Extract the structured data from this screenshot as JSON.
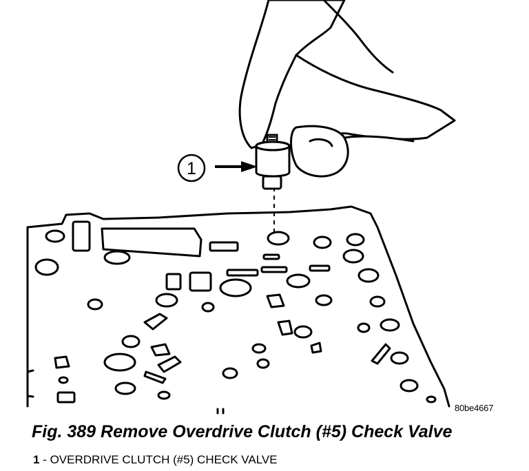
{
  "figure": {
    "callout_number": "1",
    "drawing_code": "80be4667",
    "caption": "Fig. 389 Remove Overdrive Clutch (#5) Check Valve"
  },
  "legend": [
    {
      "number": "1",
      "separator": " - ",
      "text": "OVERDRIVE CLUTCH (#5) CHECK VALVE"
    }
  ]
}
